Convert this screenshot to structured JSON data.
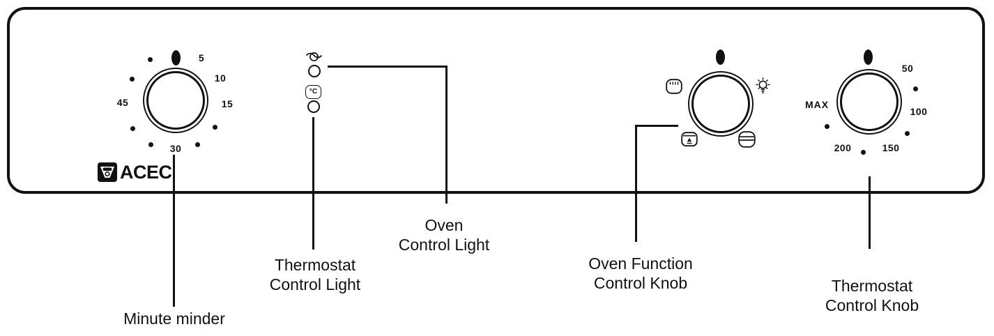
{
  "brand": {
    "name": "ACEC"
  },
  "minute_minder": {
    "scale": [
      "5",
      "10",
      "15",
      "30",
      "45"
    ]
  },
  "indicator": {
    "thermostat_symbol": "°C"
  },
  "thermostat_knob": {
    "scale": [
      "50",
      "100",
      "150",
      "200",
      "MAX"
    ]
  },
  "icons": {
    "oven_on": "oven-operating-icon",
    "grill": "grill-icon",
    "lamp": "oven-lamp-icon",
    "fan": "fan-oven-icon",
    "conventional": "conventional-heat-icon",
    "brand_badge": "acec-badge-icon"
  },
  "callouts": {
    "minute_minder": "Minute minder",
    "thermostat_light_1": "Thermostat",
    "thermostat_light_2": "Control Light",
    "oven_light_1": "Oven",
    "oven_light_2": "Control Light",
    "oven_function_1": "Oven Function",
    "oven_function_2": "Control Knob",
    "thermostat_knob_1": "Thermostat",
    "thermostat_knob_2": "Control Knob"
  }
}
